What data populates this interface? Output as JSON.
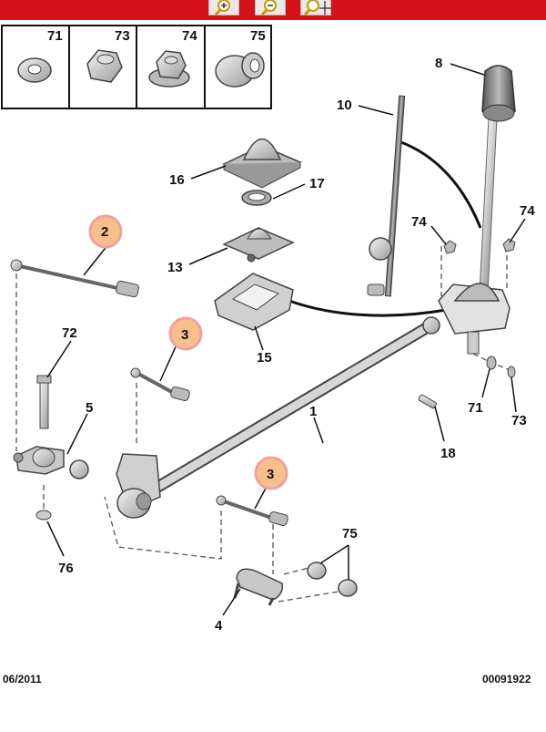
{
  "toolbar": {
    "buttons": [
      {
        "name": "zoom-in",
        "icon": "magnifier-plus-icon"
      },
      {
        "name": "zoom-out",
        "icon": "magnifier-minus-icon"
      },
      {
        "name": "zoom-pan",
        "icon": "magnifier-move-icon"
      }
    ]
  },
  "legend_boxes": [
    "71",
    "73",
    "74",
    "75"
  ],
  "callouts": {
    "c8": "8",
    "c10": "10",
    "c16": "16",
    "c17": "17",
    "c2": "2",
    "c74a": "74",
    "c74b": "74",
    "c13": "13",
    "c15": "15",
    "c3a": "3",
    "c72": "72",
    "c5": "5",
    "c1": "1",
    "c71": "71",
    "c73": "73",
    "c18": "18",
    "c3b": "3",
    "c75": "75",
    "c76": "76",
    "c4": "4"
  },
  "footer": {
    "date": "06/2011",
    "ref": "00091922"
  },
  "colors": {
    "header": "#d5111a",
    "highlight": "#f6c08a",
    "part": "#c8c8c8"
  }
}
